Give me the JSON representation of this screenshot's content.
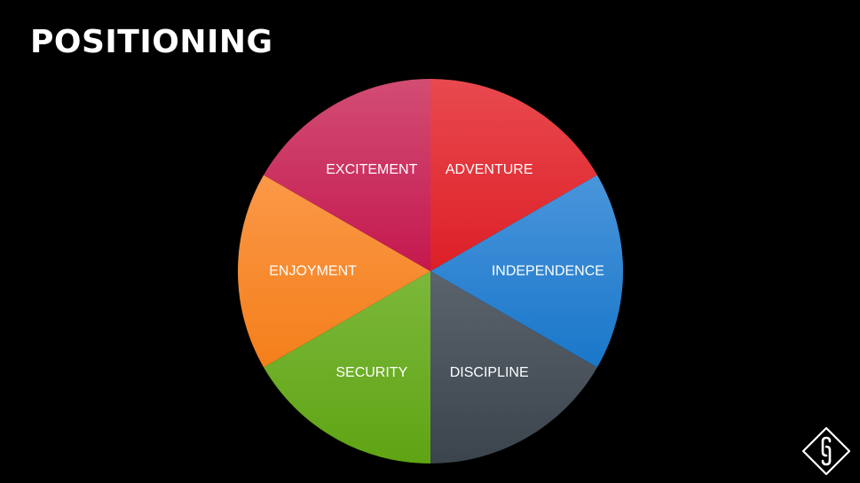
{
  "slide": {
    "title": "POSITIONING"
  },
  "chart_data": {
    "type": "pie",
    "title": "",
    "slices": [
      {
        "label": "ADVENTURE",
        "value": 1,
        "color": "#dd1f26",
        "color_light": "#e84a4f"
      },
      {
        "label": "INDEPENDENCE",
        "value": 1,
        "color": "#1977c9",
        "color_light": "#4a95db"
      },
      {
        "label": "DISCIPLINE",
        "value": 1,
        "color": "#3b434c",
        "color_light": "#5b636d"
      },
      {
        "label": "SECURITY",
        "value": 1,
        "color": "#5fa414",
        "color_light": "#7cb83b"
      },
      {
        "label": "ENJOYMENT",
        "value": 1,
        "color": "#f47f1a",
        "color_light": "#fb9848"
      },
      {
        "label": "EXCITEMENT",
        "value": 1,
        "color": "#c4184f",
        "color_light": "#d24d73"
      }
    ]
  },
  "logo": {
    "icon": "chain-link-diamond-icon",
    "color": "#ffffff"
  }
}
